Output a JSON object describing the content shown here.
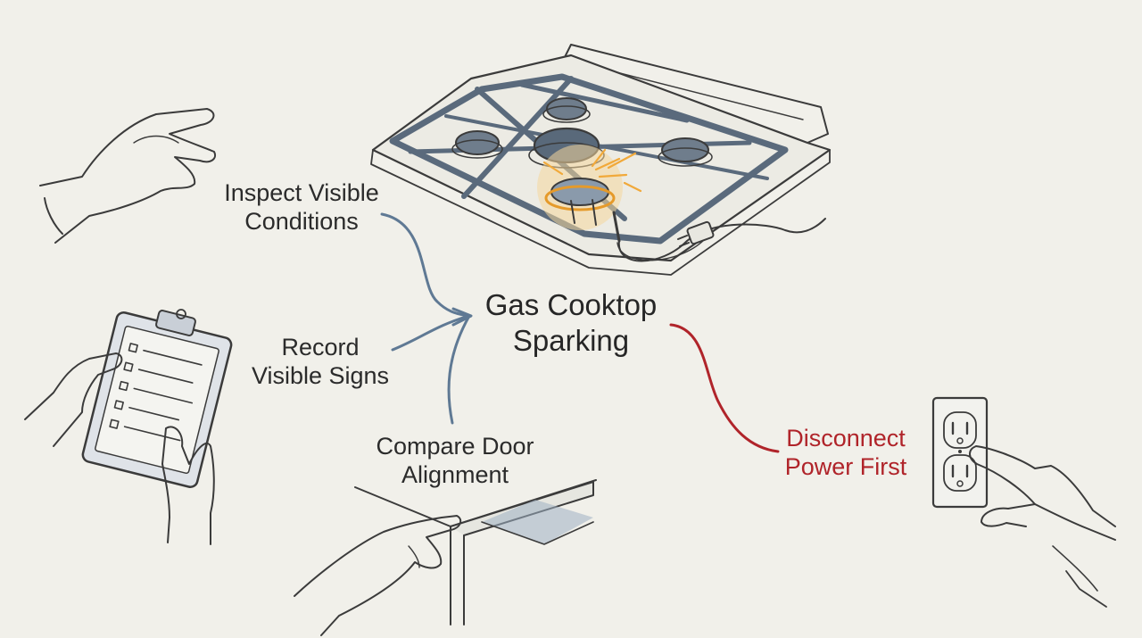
{
  "central": {
    "line1": "Gas Cooktop",
    "line2": "Sparking"
  },
  "nodes": {
    "inspect": {
      "line1": "Inspect Visible",
      "line2": "Conditions"
    },
    "record": {
      "line1": "Record",
      "line2": "Visible Signs"
    },
    "compare": {
      "line1": "Compare Door",
      "line2": "Alignment"
    },
    "disconnect": {
      "line1": "Disconnect",
      "line2": "Power First"
    }
  },
  "colors": {
    "background": "#f1f0ea",
    "ink": "#3b3b3b",
    "connector_blue": "#5f7994",
    "connector_red": "#b0242a",
    "spark": "#f1a93a"
  }
}
